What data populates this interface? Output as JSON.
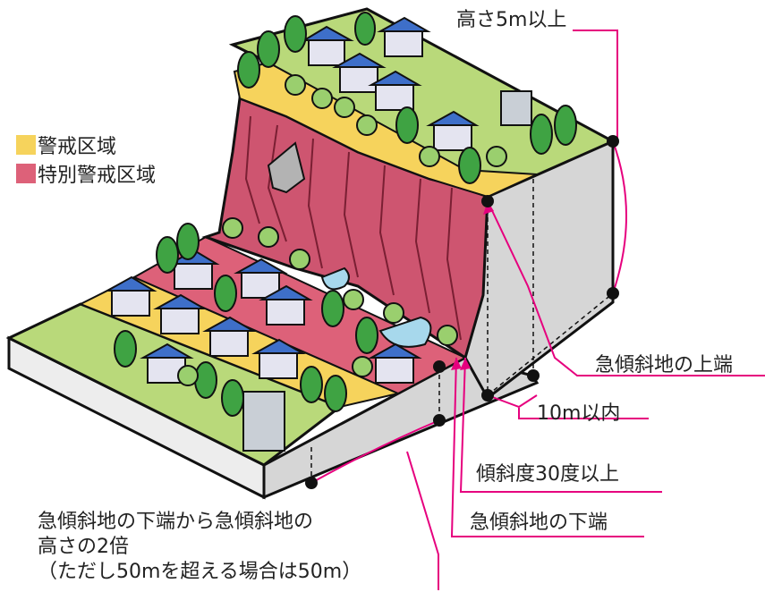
{
  "colors": {
    "warning_zone": "#F6D35C",
    "special_warning_zone": "#DD6179",
    "grass": "#B9D97A",
    "cliff": "#CE5570",
    "block_side": "#D6D6D6",
    "block_front": "#EDEDED",
    "leader_line": "#E6007E",
    "tree": "#3FA343",
    "bush": "#9ACF6E"
  },
  "legend": [
    {
      "label": "警戒区域",
      "color": "#F6D35C"
    },
    {
      "label": "特別警戒区域",
      "color": "#DD6179"
    }
  ],
  "annotations": {
    "height_min": "高さ5m以上",
    "top_edge": "急傾斜地の上端",
    "within_10m": "10m以内",
    "slope_min": "傾斜度30度以上",
    "bottom_edge": "急傾斜地の下端"
  },
  "note": {
    "line1": "急傾斜地の下端から急傾斜地の",
    "line2": "高さの2倍",
    "line3": "（ただし50mを超える場合は50m）"
  }
}
